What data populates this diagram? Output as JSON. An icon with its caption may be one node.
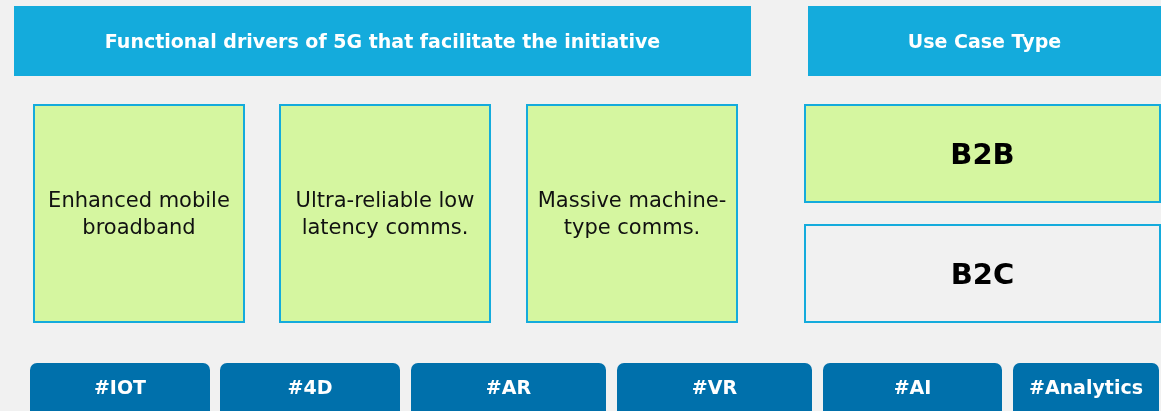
{
  "diagram": {
    "nodes": [
      {
        "text": [
          "Functional drivers of 5G that facilitate the initiative"
        ]
      },
      {
        "text": [
          "Use Case Type"
        ]
      },
      {
        "text": [
          "Enhanced mobile broadband"
        ]
      },
      {
        "text": [
          "Ultra-reliable low latency comms."
        ]
      },
      {
        "text": [
          "Massive machine-type comms."
        ]
      },
      {
        "text": [
          "B2B"
        ]
      },
      {
        "text": [
          "B2C"
        ]
      },
      {
        "text": [
          "#IOT"
        ]
      },
      {
        "text": [
          "#4D"
        ]
      },
      {
        "text": [
          "#AR"
        ]
      },
      {
        "text": [
          "#VR"
        ]
      },
      {
        "text": [
          "#AI"
        ]
      },
      {
        "text": [
          "#Analytics"
        ]
      }
    ]
  }
}
